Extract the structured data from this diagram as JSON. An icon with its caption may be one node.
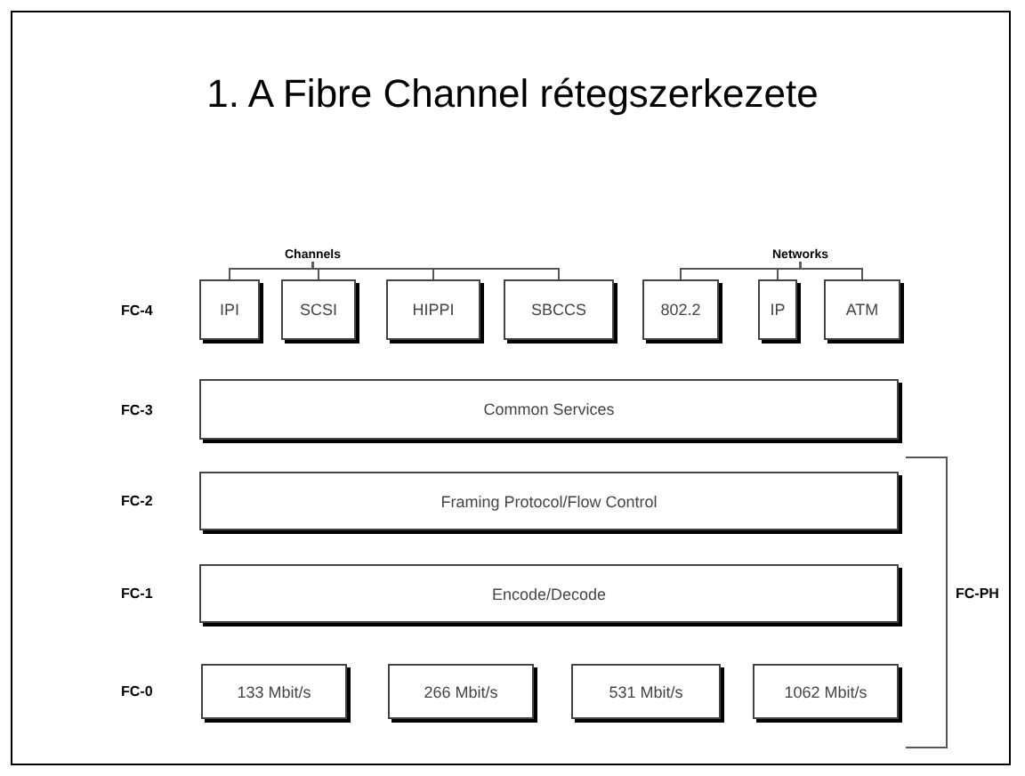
{
  "diagram": {
    "title": "1. A Fibre Channel rétegszerkezete",
    "nodes": [
      {
        "text": [
          "Channels"
        ]
      },
      {
        "text": [
          "Networks"
        ]
      },
      {
        "text": [
          "IPI"
        ]
      },
      {
        "text": [
          "SCSI"
        ]
      },
      {
        "text": [
          "HIPPI"
        ]
      },
      {
        "text": [
          "SBCCS"
        ]
      },
      {
        "text": [
          "802.2"
        ]
      },
      {
        "text": [
          "IP"
        ]
      },
      {
        "text": [
          "ATM"
        ]
      },
      {
        "text": [
          "Common Services"
        ]
      },
      {
        "text": [
          "Framing Protocol/Flow Control"
        ]
      },
      {
        "text": [
          "Encode/Decode"
        ]
      },
      {
        "text": [
          "133 Mbit/s"
        ]
      },
      {
        "text": [
          "266 Mbit/s"
        ]
      },
      {
        "text": [
          "531 Mbit/s"
        ]
      },
      {
        "text": [
          "1062 Mbit/s"
        ]
      }
    ],
    "edges": [
      {
        "from": 0,
        "to": 2,
        "arrow": "none"
      },
      {
        "from": 0,
        "to": 3,
        "arrow": "none"
      },
      {
        "from": 0,
        "to": 4,
        "arrow": "none"
      },
      {
        "from": 0,
        "to": 5,
        "arrow": "none"
      },
      {
        "from": 1,
        "to": 6,
        "arrow": "none"
      },
      {
        "from": 1,
        "to": 7,
        "arrow": "none"
      },
      {
        "from": 1,
        "to": 8,
        "arrow": "none"
      }
    ],
    "labels": [
      "FC-4",
      "FC-3",
      "FC-2",
      "FC-1",
      "FC-0",
      "FC-PH"
    ]
  }
}
